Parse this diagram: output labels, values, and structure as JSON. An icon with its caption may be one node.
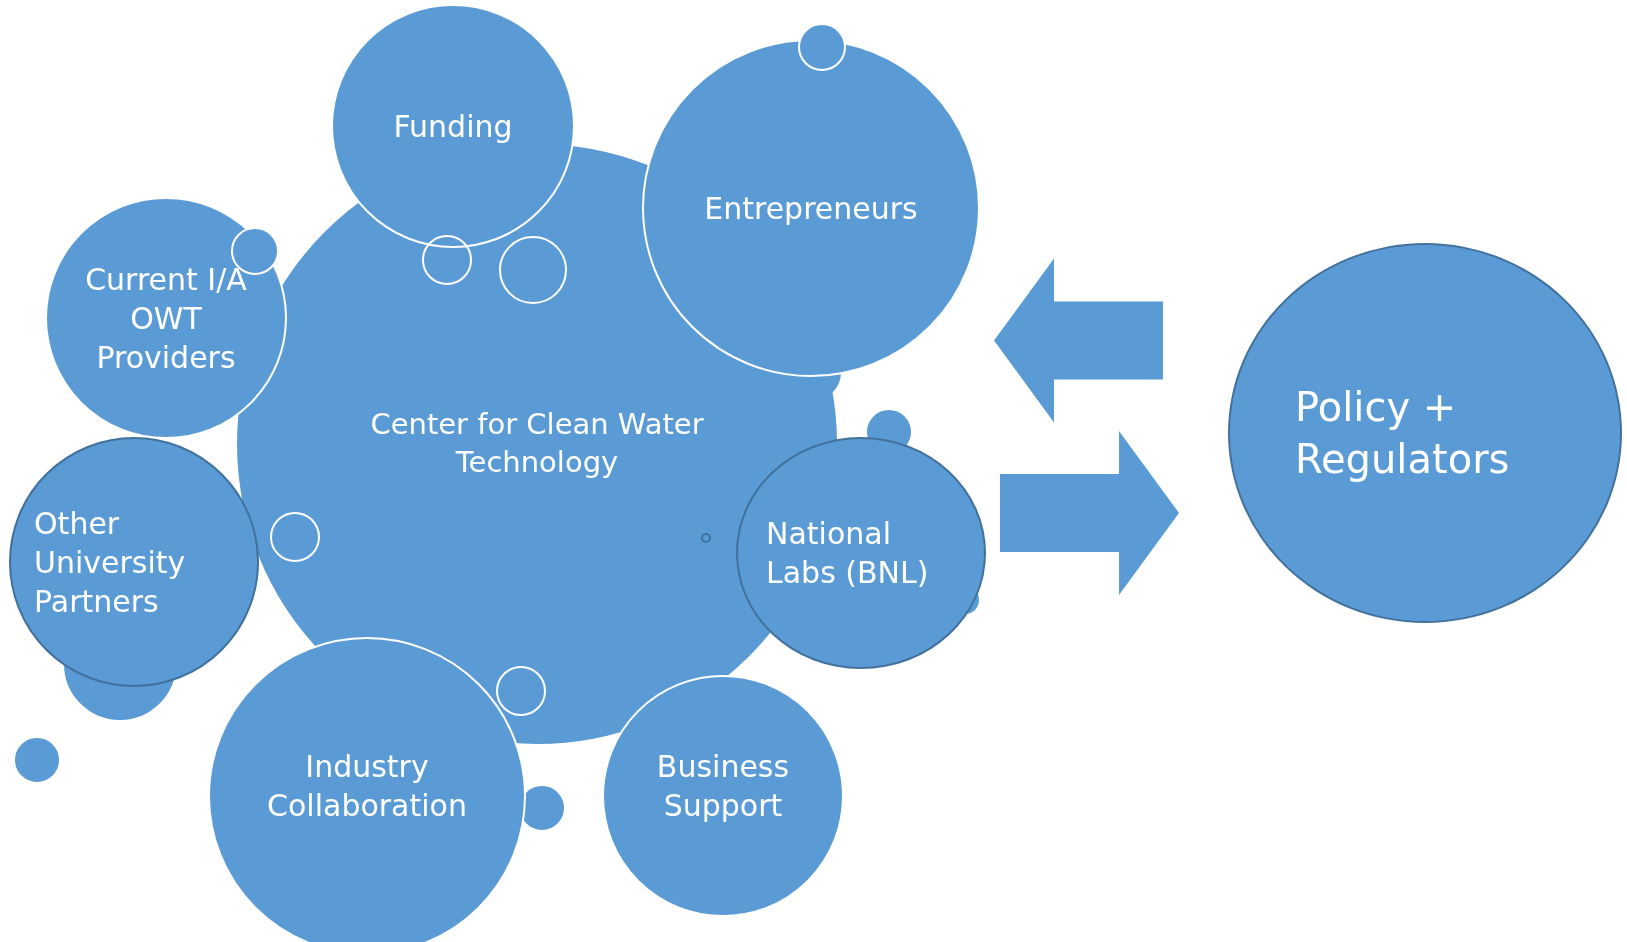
{
  "diagram": {
    "nodes": [
      {
        "text": [
          "Center for Clean Water Technology"
        ]
      },
      {
        "text": [
          "Funding"
        ]
      },
      {
        "text": [
          "Entrepreneurs"
        ]
      },
      {
        "text": [
          "Current I/A  OWT Providers"
        ]
      },
      {
        "text": [
          "Other University Partners"
        ]
      },
      {
        "text": [
          "National Labs (BNL)"
        ]
      },
      {
        "text": [
          "Industry Collaboration"
        ]
      },
      {
        "text": [
          "Business Support"
        ]
      },
      {
        "text": [
          "Policy + Regulators"
        ]
      }
    ],
    "edges": [
      {
        "from": 8,
        "to": 2,
        "arrow": "to"
      },
      {
        "from": 5,
        "to": 8,
        "arrow": "to"
      }
    ]
  }
}
